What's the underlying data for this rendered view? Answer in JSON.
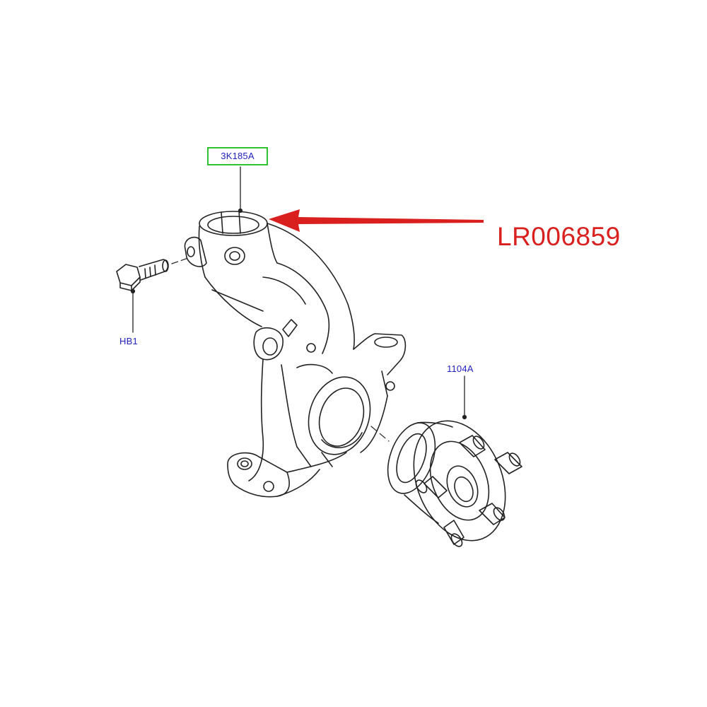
{
  "callouts": {
    "knuckle": "3K185A",
    "bolt": "HB1",
    "hub": "1104A"
  },
  "part_number": "LR006859",
  "colors": {
    "callout_text": "#1f1fbf",
    "highlight_box": "#2fc42f",
    "arrow": "#d9201e",
    "line_art": "#222222"
  }
}
